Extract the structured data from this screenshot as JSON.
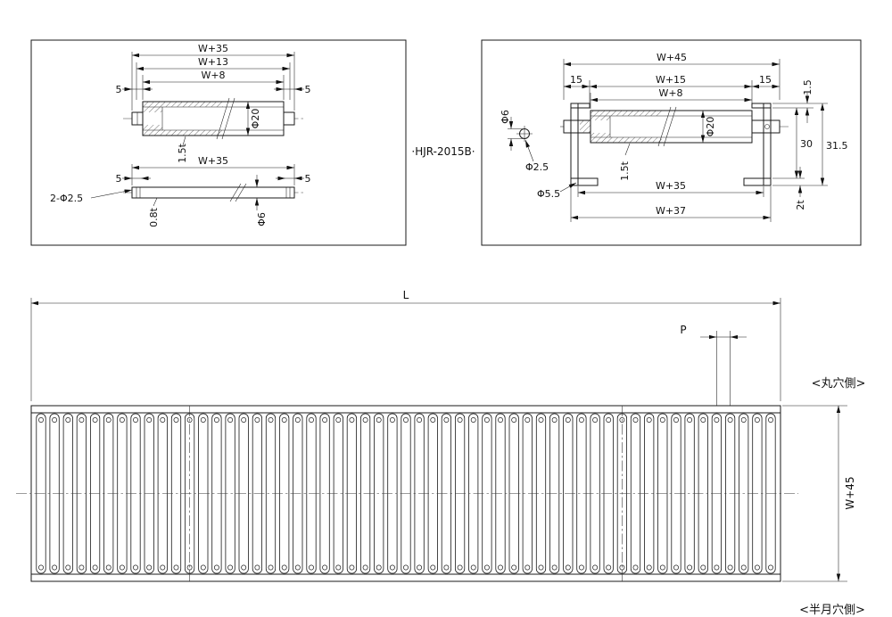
{
  "drawing": {
    "model": "·HJR-2015B·",
    "left_view": {
      "w35_top": "W+35",
      "w13": "W+13",
      "w8": "W+8",
      "five_tl": "5",
      "five_tr": "5",
      "wall": "1.5t",
      "tube_dia": "Φ20",
      "w35_bottom": "W+35",
      "five_bl": "5",
      "five_br": "5",
      "hole": "2-Φ2.5",
      "shaft_wall": "0.8t",
      "shaft_dia": "Φ6"
    },
    "right_view": {
      "w45": "W+45",
      "fifteen_l": "15",
      "w15": "W+15",
      "fifteen_r": "15",
      "w8": "W+8",
      "flange_t": "1.5",
      "pin_dia": "Φ6",
      "hole_small": "Φ2.5",
      "hole_frame": "Φ5.5",
      "tube_dia": "Φ20",
      "wall": "1.5t",
      "h30": "30",
      "h315": "31.5",
      "frame_t": "2t",
      "w35": "W+35",
      "w37": "W+37"
    },
    "plan_view": {
      "length": "L",
      "pitch": "P",
      "width": "W+45",
      "round_hole_side": "<丸穴側>",
      "half_hole_side": "<半月穴側>",
      "roller_count": 55
    }
  }
}
